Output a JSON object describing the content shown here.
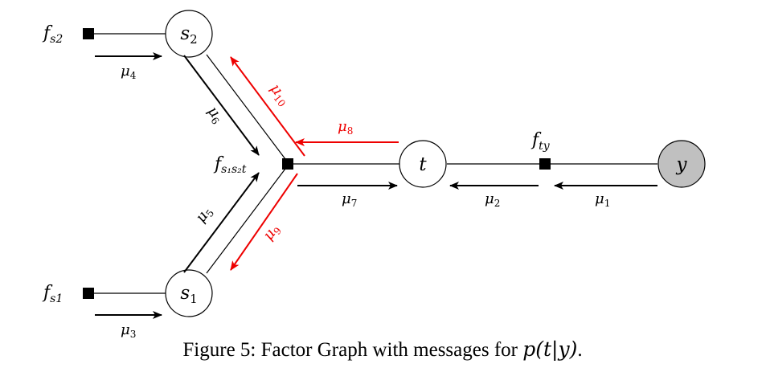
{
  "caption": {
    "prefix": "Figure 5: Factor Graph with messages for ",
    "expression": "p(t|y)",
    "suffix": "."
  },
  "nodes": {
    "s2": {
      "label": "s",
      "sub": "2"
    },
    "s1": {
      "label": "s",
      "sub": "1"
    },
    "t": {
      "label": "t"
    },
    "y": {
      "label": "y"
    }
  },
  "factors": {
    "fs2": {
      "label": "f",
      "sub": "s2"
    },
    "fs1": {
      "label": "f",
      "sub": "s1"
    },
    "fs1s2t": {
      "label": "f",
      "sub": "s₁s₂t"
    },
    "fty": {
      "label": "f",
      "sub": "ty"
    }
  },
  "messages": {
    "mu1": {
      "label": "μ",
      "sub": "1"
    },
    "mu2": {
      "label": "μ",
      "sub": "2"
    },
    "mu3": {
      "label": "μ",
      "sub": "3"
    },
    "mu4": {
      "label": "μ",
      "sub": "4"
    },
    "mu5": {
      "label": "μ",
      "sub": "5"
    },
    "mu6": {
      "label": "μ",
      "sub": "6"
    },
    "mu7": {
      "label": "μ",
      "sub": "7"
    },
    "mu8": {
      "label": "μ",
      "sub": "8"
    },
    "mu9": {
      "label": "μ",
      "sub": "9"
    },
    "mu10": {
      "label": "μ",
      "sub": "10"
    }
  },
  "colors": {
    "edge": "#000000",
    "highlight": "#ee0000",
    "observed_fill": "#c0c0c0"
  }
}
